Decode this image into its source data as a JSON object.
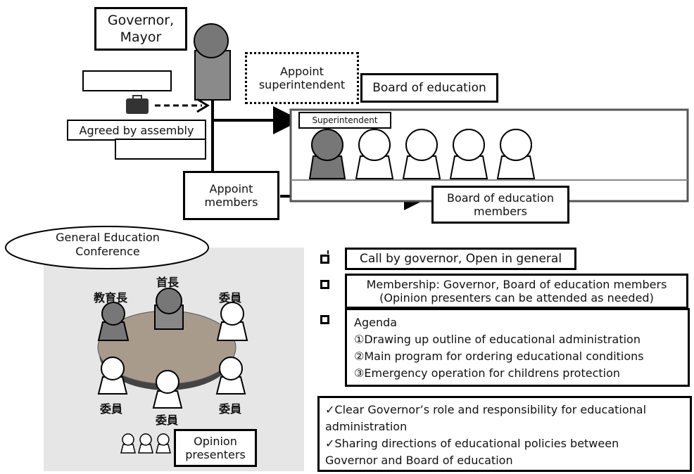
{
  "top": {
    "governor_label": [
      "Governor,",
      "Mayor"
    ],
    "appoint_superintendent": [
      "Appoint",
      "superintendent"
    ],
    "board_of_education": "Board of education",
    "agreed_by_assembly": "Agreed by assembly",
    "superintendent": "Superintendent",
    "appoint_members": [
      "Appoint",
      "members"
    ],
    "board_members": [
      "Board of education",
      "members"
    ]
  },
  "conference": {
    "title": [
      "General Education",
      "Conference"
    ],
    "kanji_head": "首長",
    "kanji_superintendent": "教育長",
    "kanji_member": "委員",
    "opinion_presenters": [
      "Opinion",
      "presenters"
    ]
  },
  "bullets": {
    "call": "Call by governor,  Open in general",
    "membership": [
      "Membership: Governor, Board of education members",
      "(Opinion presenters can be attended as needed)"
    ],
    "agenda": [
      "Agenda",
      "①Drawing up outline of educational administration",
      "②Main program for ordering educational conditions",
      "③Emergency operation for  childrens protection"
    ]
  },
  "notes": [
    "✓Clear Governor’s role and responsibility for educational",
    "administration",
    "✓Sharing directions of educational policies between",
    "Governor and Board of education"
  ],
  "colors": {
    "panel": "#e6e6e6",
    "head": "#7f7f7f",
    "table": "#a89b8b",
    "shadow": "#444444"
  }
}
